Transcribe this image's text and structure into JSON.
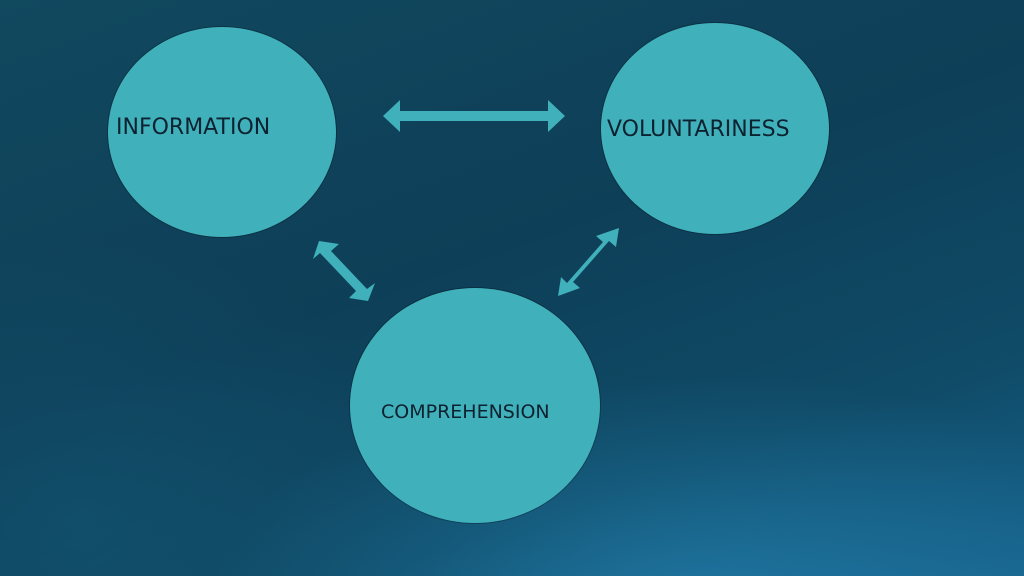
{
  "diagram": {
    "nodes": [
      {
        "id": "information",
        "label": "INFORMATION"
      },
      {
        "id": "voluntariness",
        "label": "VOLUNTARINESS"
      },
      {
        "id": "comprehension",
        "label": "COMPREHENSION"
      }
    ],
    "edges": [
      {
        "from": "information",
        "to": "voluntariness",
        "type": "bidirectional"
      },
      {
        "from": "information",
        "to": "comprehension",
        "type": "bidirectional"
      },
      {
        "from": "voluntariness",
        "to": "comprehension",
        "type": "bidirectional"
      }
    ]
  },
  "colors": {
    "node_fill": "#40b0bb",
    "arrow_fill": "#40b0bb",
    "background_dark": "#0e3f58",
    "background_light": "#16618a",
    "label_text": "#0d2230"
  }
}
